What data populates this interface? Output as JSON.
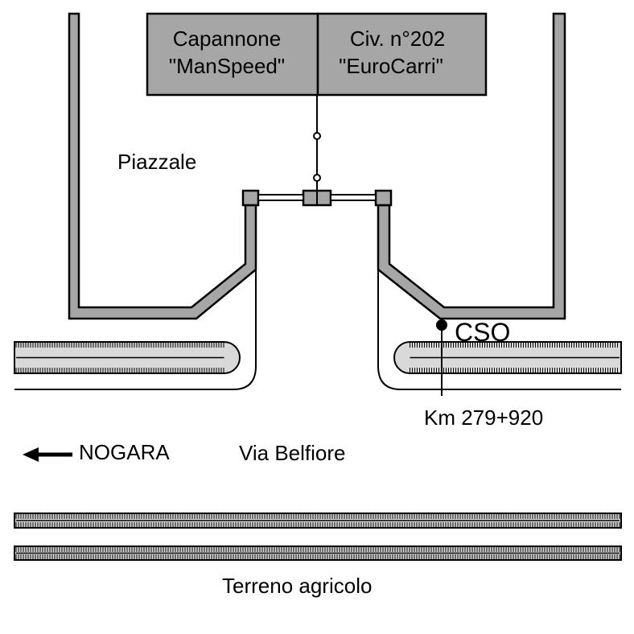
{
  "labels": {
    "building_left_line1": "Capannone",
    "building_left_line2": "\"ManSpeed\"",
    "building_right_line1": "Civ. n°202",
    "building_right_line2": "\"EuroCarri\"",
    "yard": "Piazzale",
    "cso": "CSO",
    "km": "Km 279+920",
    "direction": "NOGARA",
    "street": "Via Belfiore",
    "field": "Terreno agricolo"
  },
  "icons": {
    "direction_arrow": "arrow-left-icon",
    "cso_marker": "dot-marker-icon"
  },
  "colors": {
    "fill_gray": "#a6a6a6",
    "hedge_gray": "#d9d9d9",
    "ink": "#000000"
  }
}
